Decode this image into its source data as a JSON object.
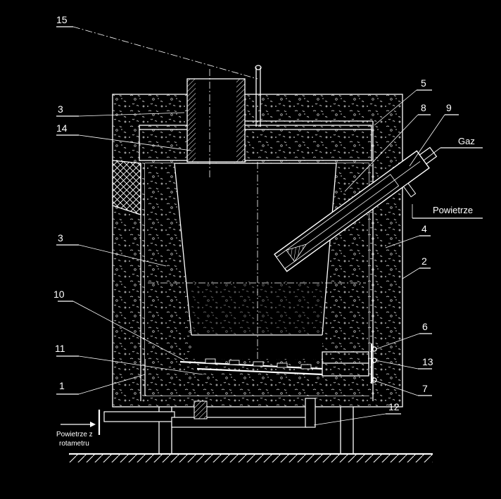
{
  "labels": {
    "n15": "15",
    "n3a": "3",
    "n14": "14",
    "n5": "5",
    "n8": "8",
    "n9": "9",
    "gaz": "Gaz",
    "powietrze": "Powietrze",
    "n4": "4",
    "n2": "2",
    "n3b": "3",
    "n10": "10",
    "n6": "6",
    "n11": "11",
    "n13": "13",
    "n1": "1",
    "n7": "7",
    "n12": "12",
    "inlet_line1": "Powietrze z",
    "inlet_line2": "rotametru"
  }
}
